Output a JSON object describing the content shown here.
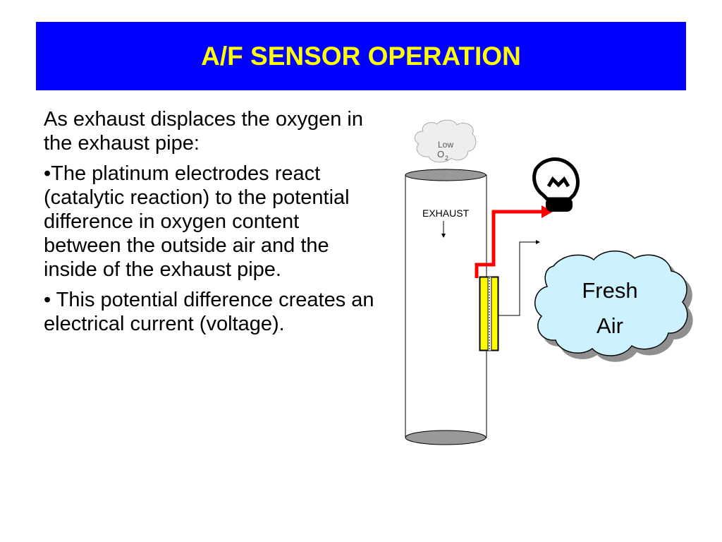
{
  "title": "A/F SENSOR OPERATION",
  "body": {
    "intro": "As exhaust displaces the oxygen in the exhaust pipe:",
    "bullet1": "•The platinum electrodes react (catalytic reaction) to the potential difference in oxygen content between the outside air and the inside of the exhaust pipe.",
    "bullet2": "• This potential difference creates an electrical current (voltage)."
  },
  "diagram": {
    "exhaust_label": "EXHAUST",
    "cloud_low_text": "Low",
    "cloud_o2_text": "O",
    "cloud_o2_sub": "2",
    "fresh_air_line1": "Fresh",
    "fresh_air_line2": "Air"
  },
  "colors": {
    "title_bg": "#0000ff",
    "title_text": "#ffff00",
    "wire": "#ff0000",
    "sensor_element": "#ffff00",
    "fresh_air_cloud": "#ccf2ff",
    "pipe_cap": "#999999"
  }
}
